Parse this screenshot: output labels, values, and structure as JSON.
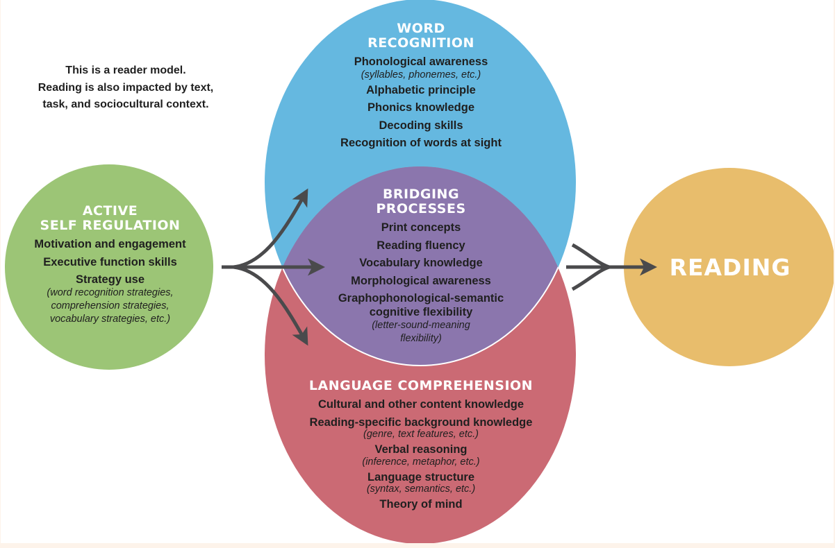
{
  "colors": {
    "word_recognition": "#65b8e0",
    "bridging_processes": "#8b76ad",
    "language_comprehension": "#cb6a74",
    "active_self_regulation": "#9cc576",
    "reading": "#e8bd6c",
    "arrow": "#4a4a4c",
    "frame": "#fdf3ea",
    "background": "#ffffff"
  },
  "reader_note": {
    "lines": [
      "This is a reader model.",
      "Reading is also impacted by text,",
      "task, and sociocultural context."
    ]
  },
  "word_recognition": {
    "title_lines": [
      "WORD",
      "RECOGNITION"
    ],
    "items": [
      {
        "label": "Phonological awareness",
        "note": "(syllables, phonemes, etc.)"
      },
      {
        "label": "Alphabetic principle"
      },
      {
        "label": "Phonics knowledge"
      },
      {
        "label": "Decoding skills"
      },
      {
        "label": "Recognition of words at sight"
      }
    ]
  },
  "bridging_processes": {
    "title_lines": [
      "BRIDGING",
      "PROCESSES"
    ],
    "items": [
      {
        "label": "Print concepts"
      },
      {
        "label": "Reading fluency"
      },
      {
        "label": "Vocabulary knowledge"
      },
      {
        "label": "Morphological awareness"
      },
      {
        "label": "Graphophonological-semantic cognitive flexibility",
        "label_lines": [
          "Graphophonological-semantic",
          "cognitive flexibility"
        ],
        "note_lines": [
          "(letter-sound-meaning",
          "flexibility)"
        ]
      }
    ]
  },
  "language_comprehension": {
    "title": "LANGUAGE COMPREHENSION",
    "items": [
      {
        "label": "Cultural and other content knowledge"
      },
      {
        "label": "Reading-specific background knowledge",
        "note": "(genre, text features, etc.)"
      },
      {
        "label": "Verbal reasoning",
        "note": "(inference, metaphor, etc.)"
      },
      {
        "label": "Language structure",
        "note": "(syntax, semantics, etc.)"
      },
      {
        "label": "Theory of mind"
      }
    ]
  },
  "active_self_regulation": {
    "title_lines": [
      "ACTIVE",
      "SELF REGULATION"
    ],
    "items": [
      {
        "label": "Motivation and engagement"
      },
      {
        "label": "Executive function skills"
      },
      {
        "label": "Strategy use",
        "note_lines": [
          "(word recognition strategies,",
          "comprehension strategies,",
          "vocabulary strategies, etc.)"
        ]
      }
    ]
  },
  "reading": {
    "title": "READING"
  },
  "connections": [
    {
      "from": "active_self_regulation",
      "to": "word_recognition"
    },
    {
      "from": "active_self_regulation",
      "to": "bridging_processes"
    },
    {
      "from": "active_self_regulation",
      "to": "language_comprehension"
    },
    {
      "from": "word_recognition",
      "to": "reading"
    },
    {
      "from": "bridging_processes",
      "to": "reading"
    },
    {
      "from": "language_comprehension",
      "to": "reading"
    }
  ]
}
